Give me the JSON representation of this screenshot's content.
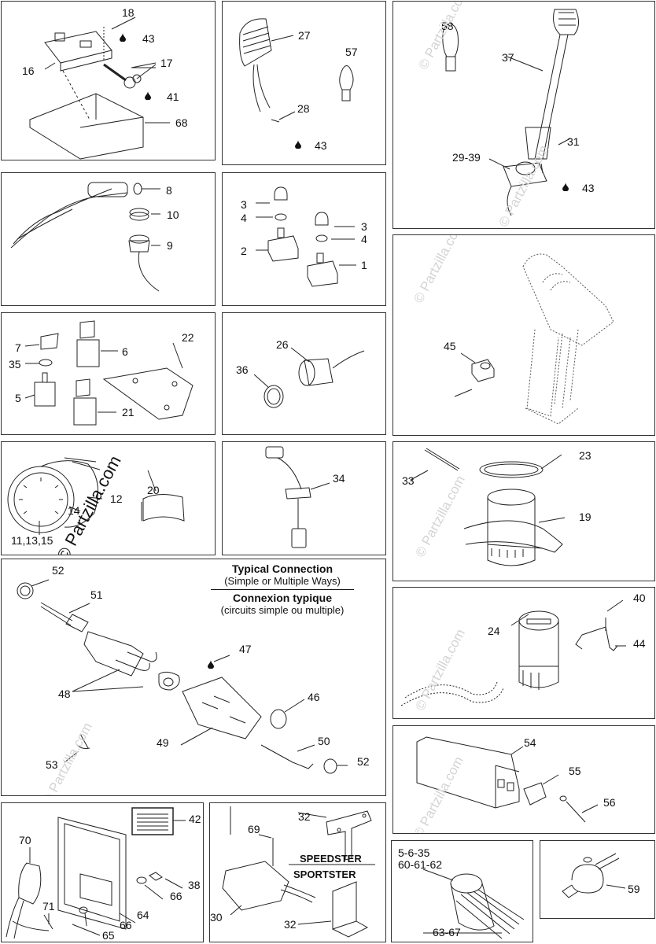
{
  "watermark": "© Partzilla.com",
  "caption": {
    "line1": "Typical Connection",
    "line2": "(Simple or Multiple Ways)",
    "line3": "Connexion typique",
    "line4": "(circuits simple ou multiple)"
  },
  "models": {
    "speedster": "SPEEDSTER",
    "sportster": "SPORTSTER"
  },
  "callouts": {
    "c18": "18",
    "c43a": "43",
    "c16": "16",
    "c17": "17",
    "c41": "41",
    "c68": "68",
    "c27": "27",
    "c57": "57",
    "c28": "28",
    "c43b": "43",
    "c58": "58",
    "c37": "37",
    "c31": "31",
    "c2939": "29-39",
    "c43c": "43",
    "c8": "8",
    "c10": "10",
    "c9": "9",
    "c3a": "3",
    "c4a": "4",
    "c3b": "3",
    "c4b": "4",
    "c2": "2",
    "c1": "1",
    "c45": "45",
    "c22": "22",
    "c7": "7",
    "c6": "6",
    "c35": "35",
    "c5": "5",
    "c21": "21",
    "c26": "26",
    "c36": "36",
    "c20": "20",
    "c12": "12",
    "c14": "14",
    "c1113": "11,13,15",
    "c34": "34",
    "c23": "23",
    "c33": "33",
    "c19": "19",
    "c52a": "52",
    "c51": "51",
    "c47": "47",
    "c48": "48",
    "c46": "46",
    "c49": "49",
    "c50": "50",
    "c53": "53",
    "c52b": "52",
    "c40": "40",
    "c24": "24",
    "c44": "44",
    "c54": "54",
    "c55": "55",
    "c56": "56",
    "c42": "42",
    "c70": "70",
    "c38": "38",
    "c66a": "66",
    "c66b": "66",
    "c64": "64",
    "c71": "71",
    "c65": "65",
    "c32a": "32",
    "c69": "69",
    "c30": "30",
    "c32b": "32",
    "c5635": "5-6-35",
    "c6062": "60-61-62",
    "c6367": "63-67",
    "c59": "59"
  }
}
